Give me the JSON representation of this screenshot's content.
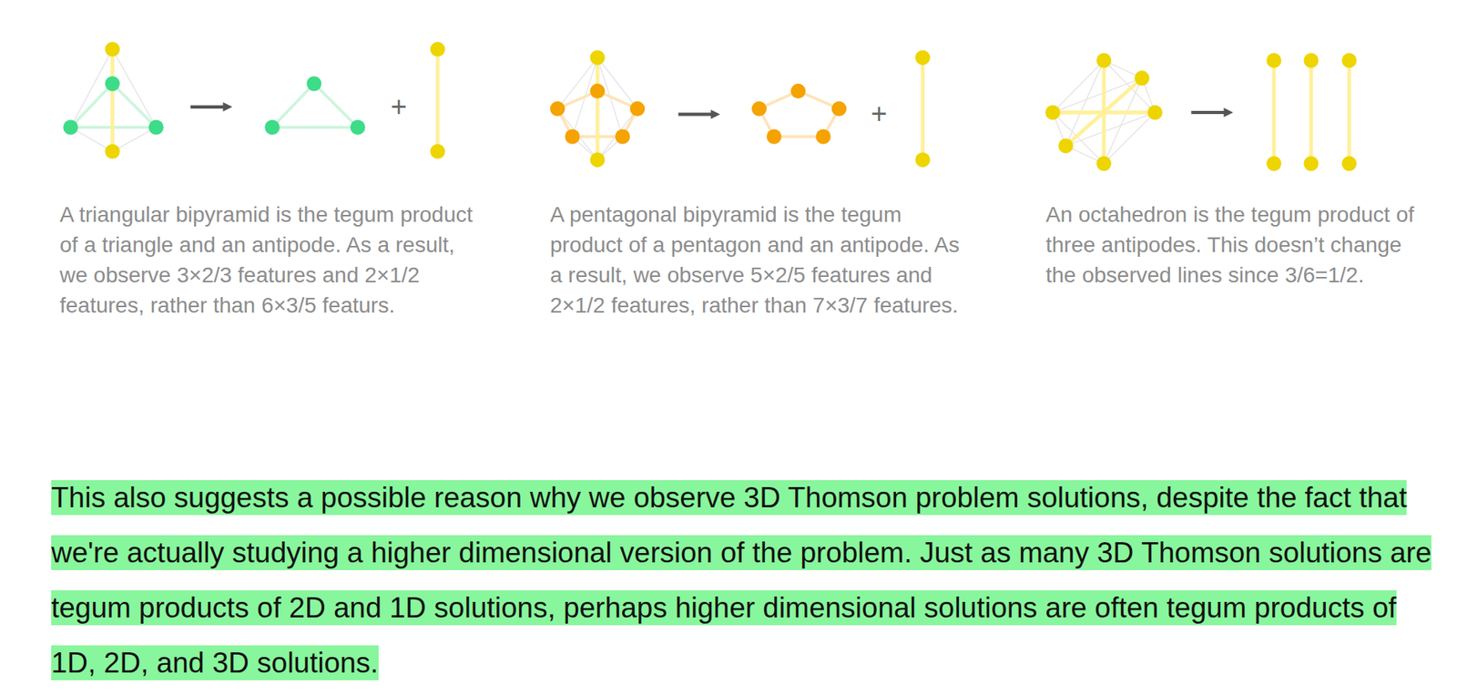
{
  "diagram": {
    "labels": [
      "+",
      "+",
      "A triangular bipyramid is the tegum product of a triangle and an antipode. As a result, we observe 3×2/3 features and 2×1/2 features, rather than 6×3/5 featurs.",
      "A pentagonal bipyramid is the tegum product of a pentagon and an antipode. As a result, we observe 5×2/5 features and 2×1/2 features, rather than 7×3/7 features.",
      "An octahedron is the tegum product of three antipodes. This doesn’t change the observed lines since 3/6=1/2.",
      "This also suggests a possible reason why we observe 3D Thomson problem solutions, despite the fact that we're actually studying a higher dimensional version of the problem. Just as many 3D Thomson solutions are tegum products of 2D and 1D solutions, perhaps higher dimensional solutions are often tegum products of 1D, 2D, and 3D solutions."
    ]
  }
}
